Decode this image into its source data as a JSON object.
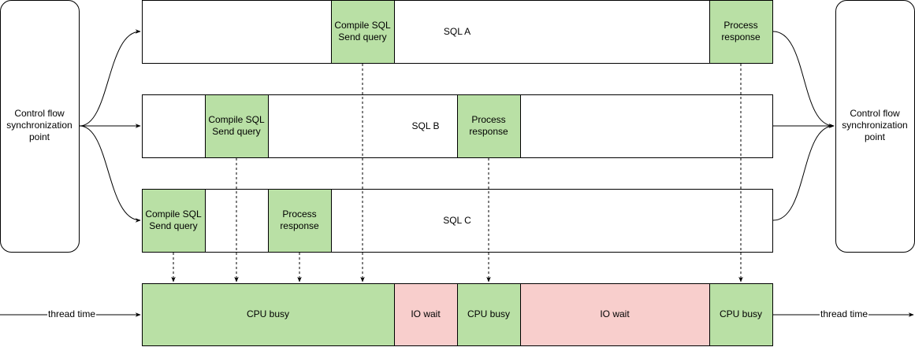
{
  "colors": {
    "busy_fill": "#b9e0a5",
    "wait_fill": "#f8cecc",
    "box_fill": "#ffffff",
    "stroke": "#000000"
  },
  "sync_left": {
    "label": [
      "Control flow",
      "synchronization",
      "point"
    ]
  },
  "sync_right": {
    "label": [
      "Control flow",
      "synchronization",
      "point"
    ]
  },
  "queries": [
    {
      "label": "SQL A",
      "compile": [
        "Compile SQL",
        "Send query"
      ],
      "process": [
        "Process",
        "response"
      ]
    },
    {
      "label": "SQL B",
      "compile": [
        "Compile SQL",
        "Send query"
      ],
      "process": [
        "Process",
        "response"
      ]
    },
    {
      "label": "SQL C",
      "compile": [
        "Compile SQL",
        "Send query"
      ],
      "process": [
        "Process",
        "response"
      ]
    }
  ],
  "timeline": {
    "segments": [
      {
        "label": "CPU busy",
        "kind": "busy"
      },
      {
        "label": "IO wait",
        "kind": "wait"
      },
      {
        "label": "CPU busy",
        "kind": "busy"
      },
      {
        "label": "IO wait",
        "kind": "wait"
      },
      {
        "label": "CPU busy",
        "kind": "busy"
      }
    ],
    "left_label": "thread time",
    "right_label": "thread time"
  }
}
